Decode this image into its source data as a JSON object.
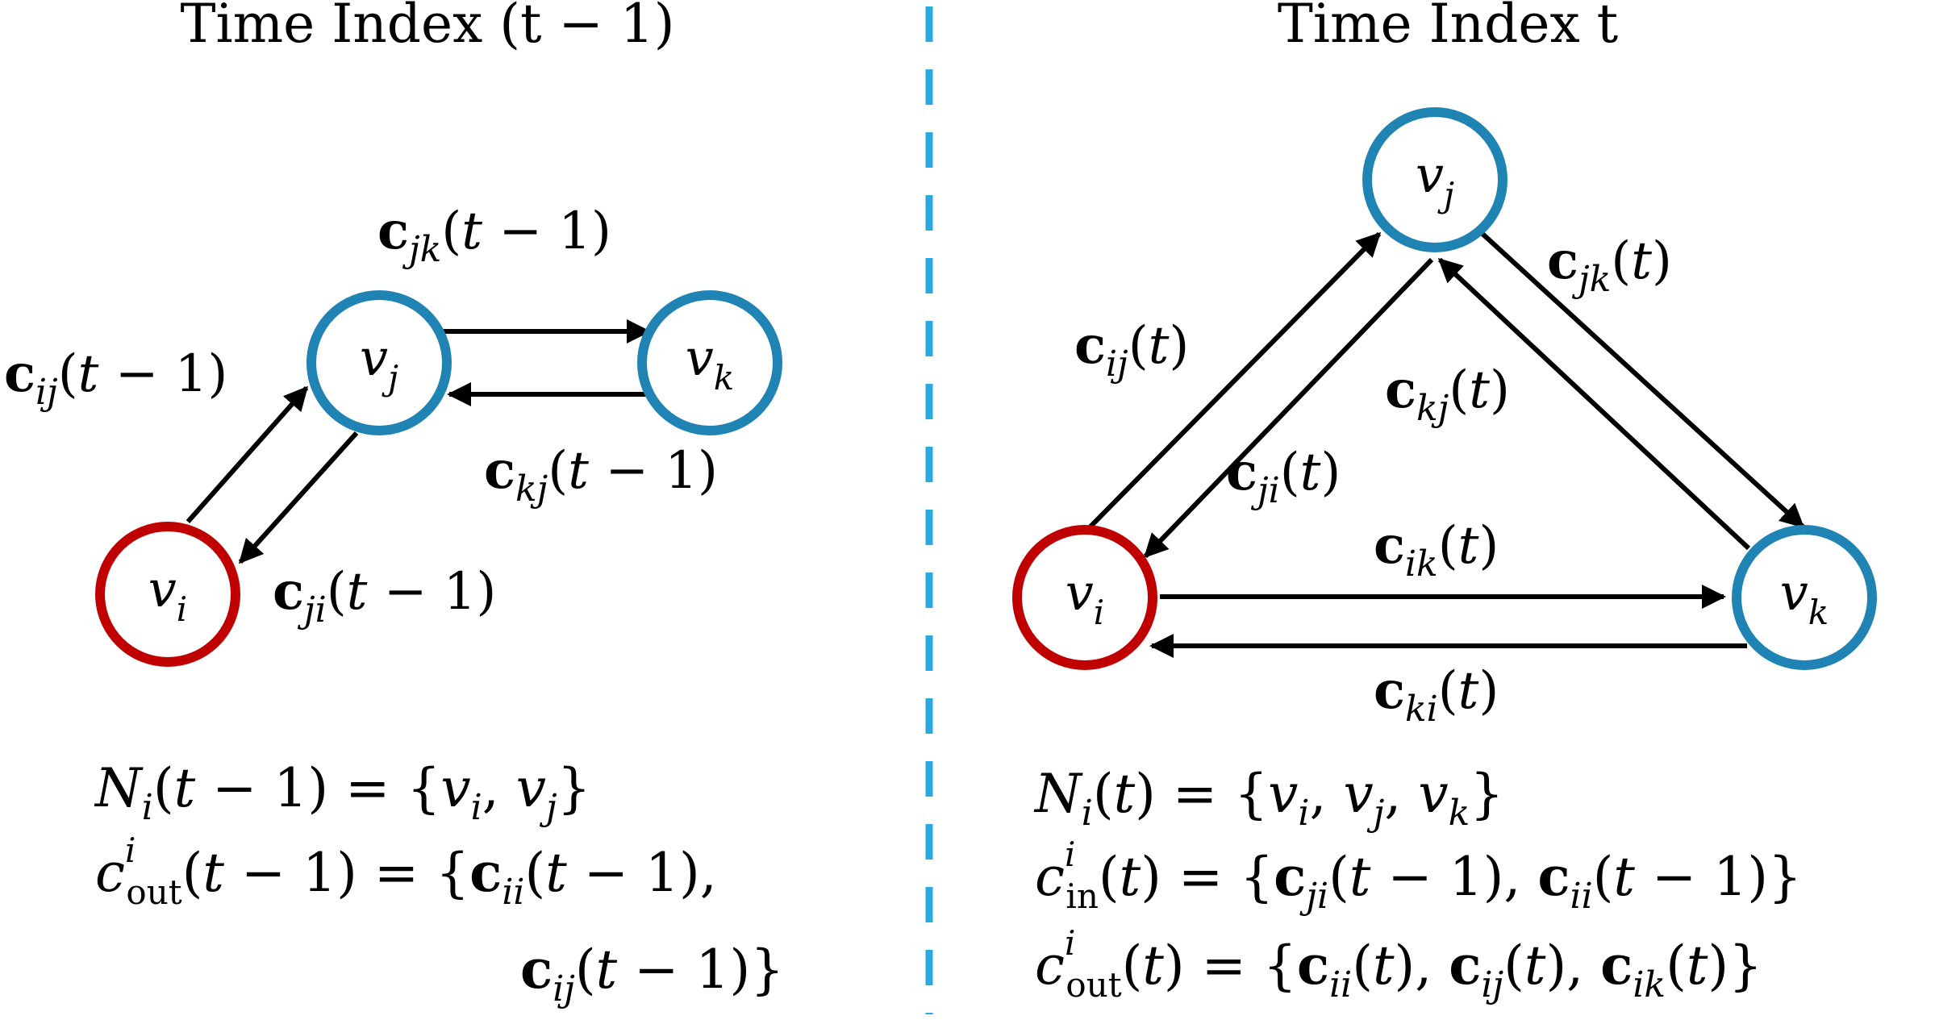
{
  "panels": {
    "left_title": "Time Index (t − 1)",
    "right_title": "Time Index t"
  },
  "colors": {
    "node_self": "#c00000",
    "node_neighbor": "#1f83b4",
    "divider": "#2aa8e0",
    "edge": "#000000"
  },
  "nodes": {
    "left": {
      "vi": "v_i",
      "vj": "v_j",
      "vk": "v_k"
    },
    "right": {
      "vi": "v_i",
      "vj": "v_j",
      "vk": "v_k"
    }
  },
  "edge_labels": {
    "left": {
      "cjk": "c_jk(t − 1)",
      "cij": "c_ij(t − 1)",
      "ckj": "c_kj(t − 1)",
      "cji": "c_ji(t − 1)"
    },
    "right": {
      "cij": "c_ij(t)",
      "cjk": "c_jk(t)",
      "ckj": "c_kj(t)",
      "cji": "c_ji(t)",
      "cik": "c_ik(t)",
      "cki": "c_ki(t)"
    }
  },
  "equations": {
    "left": {
      "line1": "N_i(t − 1) = {v_i, v_j}",
      "line2": "c^i_out(t − 1) = {c_ii(t − 1),",
      "line3": "c_ij(t − 1)}"
    },
    "right": {
      "line1": "N_i(t) = {v_i, v_j, v_k}",
      "line2": "c^i_in(t) = {c_ji(t − 1), c_ii(t − 1)}",
      "line3": "c^i_out(t) = {c_ii(t), c_ij(t), c_ik(t)}"
    }
  }
}
